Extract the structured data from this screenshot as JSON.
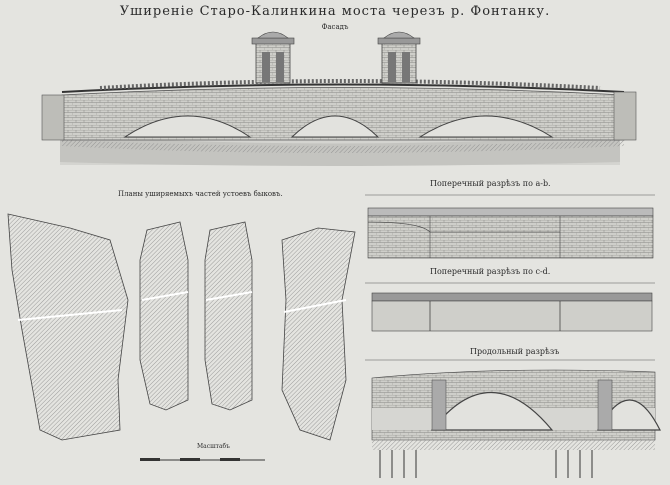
{
  "title": "Уширеніе Старо-Калинкина моста черезъ р. Фонтанку.",
  "facade_label": "Фасадъ",
  "plans_label": "Планы уширяемыхъ частей устоевъ быковъ.",
  "section_ab_label": "Поперечный разрѣзъ по a-b.",
  "section_cd_label": "Поперечный разрѣзъ по c-d.",
  "section_long_label": "Продольный разрѣзъ",
  "scale_label": "Масштабъ"
}
